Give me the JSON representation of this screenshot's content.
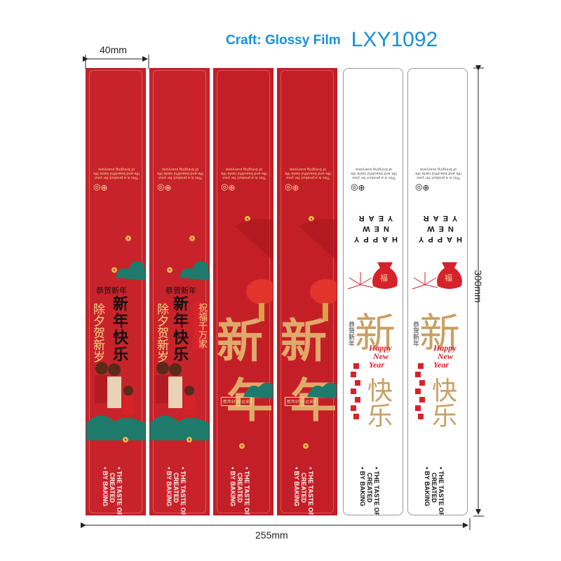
{
  "header": {
    "craft_label": "Craft: Glossy Film",
    "model_code": "LXY1092"
  },
  "dimensions": {
    "width_top": "40mm",
    "width_total": "255mm",
    "height": "300mm"
  },
  "strip_text": {
    "happy_new_year": "HAPPY NEW YEAR",
    "tagline_line1": "• THE TASTE OF LIFE",
    "tagline_line2": "CREATED",
    "tagline_line3": "• BY BAKING",
    "greeting_small": "恭贺新年",
    "greeting_big": "新年快乐",
    "blessing_1": "祝福千万家",
    "blessing_2": "除夕贺新岁",
    "big_new": "新",
    "big_year": "年",
    "small_plaque": "新年好 好运来",
    "happy_en": "Happy",
    "new_en": "New",
    "year_en": "Year",
    "fu": "福",
    "calligraphy_new": "新",
    "calligraphy_happy": "快乐",
    "fine_print": "This is a product for your life and beautiful taste life of bringing everyone"
  },
  "colors": {
    "title_blue": "#1a8fd6",
    "strip_red": "#c8232a",
    "gold": "#d8a65a"
  }
}
